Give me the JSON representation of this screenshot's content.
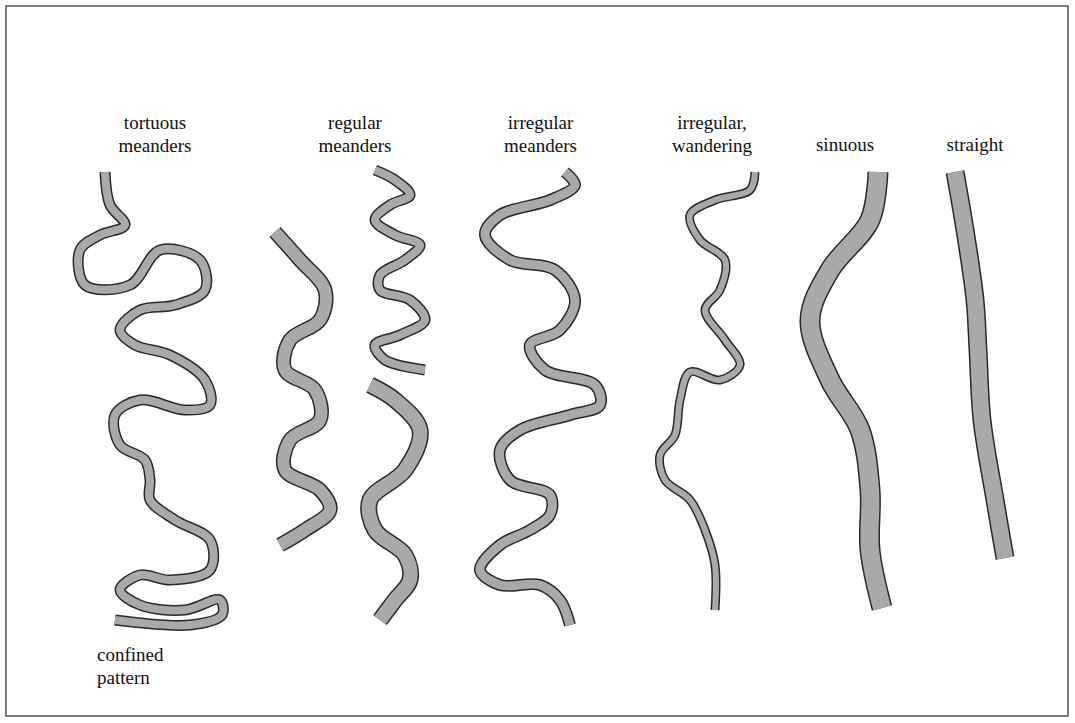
{
  "diagram": {
    "labels": [
      "tortuous meanders",
      "regular meanders",
      "irregular meanders",
      "irregular, wandering",
      "sinuous",
      "straight",
      "confined pattern"
    ]
  }
}
